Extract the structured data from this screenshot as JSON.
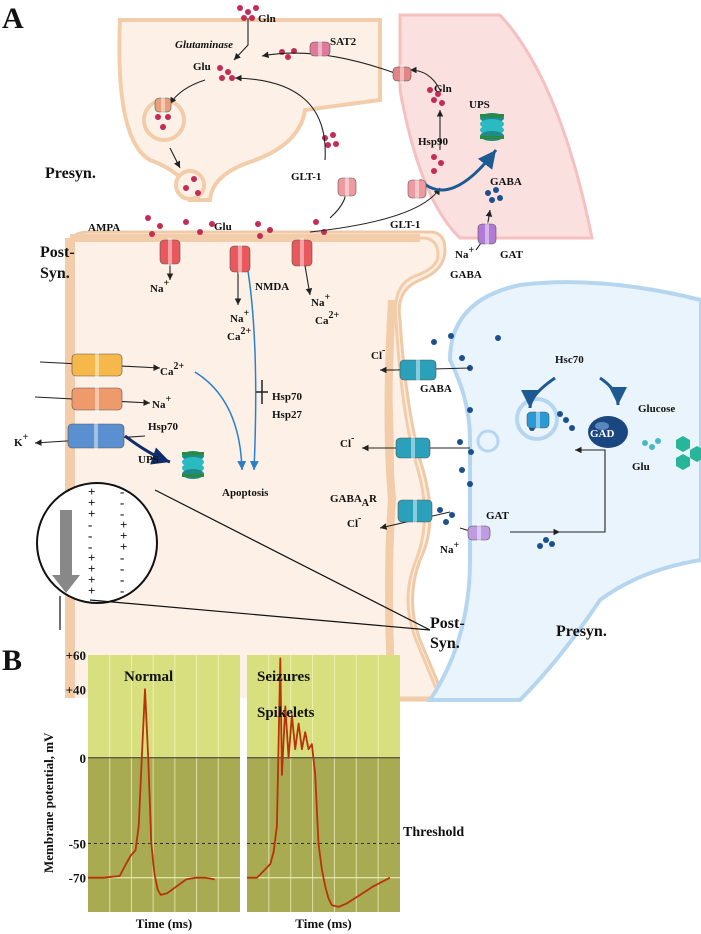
{
  "panel_a": {
    "panel_label": "A",
    "glutamate_cycle": {
      "gln_top": "Gln",
      "glutaminase": "Glutaminase",
      "glu_top": "Glu",
      "sat2": "SAT2",
      "gln_astro": "Gln",
      "ups_astro": "UPS",
      "hsp90": "Hsp90",
      "glt1_pre": "GLT-1",
      "glt1_astro": "GLT-1",
      "gaba_astro": "GABA",
      "gat_astro": "GAT",
      "na_astro": "Na",
      "na_astro_sup": "+",
      "gaba_astro_bottom": "GABA"
    },
    "regions": {
      "presyn_top": "Presyn.",
      "post_syn_left_1": "Post-",
      "post_syn_left_2": "Syn.",
      "post_syn_bottom_1": "Post-",
      "post_syn_bottom_2": "Syn.",
      "presyn_right": "Presyn."
    },
    "receptors": {
      "ampa": "AMPA",
      "glu_cleft": "Glu",
      "nmda": "NMDA",
      "na_ampa": "Na",
      "na_ampa_sup": "+",
      "na_nmda": "Na",
      "na_nmda_sup": "+",
      "ca_nmda": "Ca",
      "ca_nmda_sup": "2+",
      "na_third": "Na",
      "na_third_sup": "+",
      "ca_third": "Ca",
      "ca_third_sup": "2+"
    },
    "channels": {
      "ca": "Ca",
      "ca_sup": "2+",
      "na": "Na",
      "na_sup": "+",
      "k": "K",
      "k_sup": "+",
      "hsp70": "Hsp70",
      "ups": "UPS",
      "apoptosis": "Apoptosis",
      "hsp70_inhib": "Hsp70",
      "hsp27_inhib": "Hsp27"
    },
    "membrane_signs": {
      "inner": [
        "+",
        "+",
        "+",
        "-",
        "-",
        "-",
        "+",
        "+",
        "+",
        "+"
      ],
      "outer": [
        "-",
        "-",
        "-",
        "+",
        "+",
        "+",
        "-",
        "-",
        "-",
        "-"
      ]
    },
    "gaba_synapse": {
      "cl_1": "Cl",
      "cl_1_sup": "-",
      "gaba_1": "GABA",
      "cl_2": "Cl",
      "cl_2_sup": "-",
      "gabaa_r": "GABA",
      "gabaa_r_sub": "A",
      "gabaa_r_suffix": "R",
      "cl_3": "Cl",
      "cl_3_sup": "-",
      "hsc70": "Hsc70",
      "gad": "GAD",
      "glucose": "Glucose",
      "glu": "Glu",
      "gat": "GAT",
      "na_gat": "Na",
      "na_gat_sup": "+"
    }
  },
  "panel_b": {
    "panel_label": "B",
    "ylabel": "Membrane potential, mV",
    "y_ticks": [
      "+60",
      "+40",
      "0",
      "-50",
      "-70"
    ],
    "threshold_label": "Threshold",
    "colors": {
      "plot_light": "#d8df7e",
      "plot_dark": "#a8ab52",
      "trace": "#b8320a"
    },
    "chart_data": [
      {
        "type": "line",
        "title": "Normal",
        "xlabel": "Time (ms)",
        "ylabel": "Membrane potential, mV",
        "ylim": [
          -90,
          60
        ],
        "threshold": -50,
        "x": [
          0,
          0.5,
          1.0,
          1.2,
          1.35,
          1.5,
          1.6,
          1.7,
          1.8,
          1.9,
          2.0,
          2.1,
          2.2,
          2.3,
          2.5,
          2.8,
          3.1,
          3.4,
          3.7,
          4.0
        ],
        "y": [
          -70,
          -70,
          -69,
          -62,
          -57,
          -54,
          -40,
          0,
          40,
          0,
          -50,
          -68,
          -77,
          -80,
          -79,
          -75,
          -71,
          -70,
          -70,
          -71
        ]
      },
      {
        "type": "line",
        "title": "Seizures",
        "annotation": "Spikelets",
        "xlabel": "Time (ms)",
        "ylabel": "Membrane potential, mV",
        "ylim": [
          -90,
          60
        ],
        "threshold": -50,
        "x": [
          0,
          0.3,
          0.7,
          0.8,
          0.9,
          1.0,
          1.05,
          1.15,
          1.25,
          1.35,
          1.45,
          1.55,
          1.65,
          1.75,
          1.85,
          1.95,
          2.05,
          2.15,
          2.25,
          2.35,
          2.45,
          2.55,
          2.75,
          3.0,
          3.4,
          3.8,
          4.3
        ],
        "y": [
          -70,
          -70,
          -62,
          -55,
          -40,
          58,
          -10,
          30,
          0,
          25,
          5,
          20,
          5,
          15,
          5,
          8,
          -10,
          -50,
          -65,
          -75,
          -82,
          -86,
          -87,
          -85,
          -80,
          -75,
          -70
        ]
      }
    ]
  }
}
